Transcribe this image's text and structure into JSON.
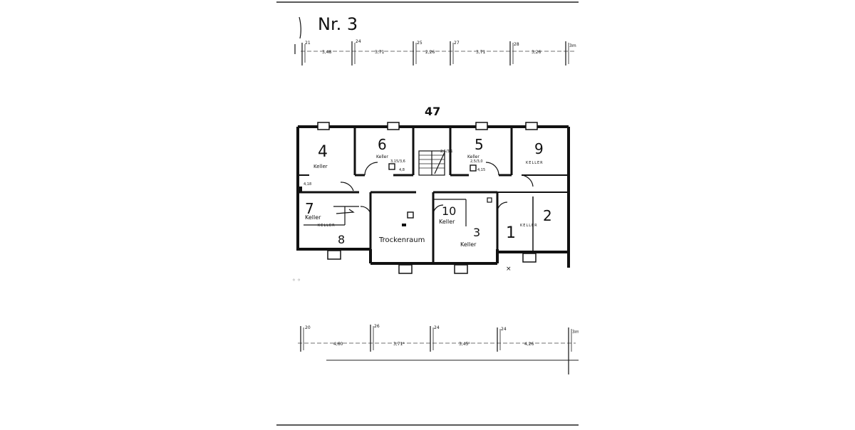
{
  "sheet": {
    "title": "Nr. 3",
    "floor_marker": "47",
    "top_dimensions": [
      "3,48",
      "3,71",
      "2,26",
      "3,71",
      "3,26"
    ],
    "top_axis_marks": [
      "21",
      "24",
      "25",
      "27",
      "28",
      "3m"
    ],
    "bottom_dimensions": [
      "4,60",
      "3,71⁵",
      "3,45⁵",
      "4,26"
    ],
    "bottom_axis_marks": [
      "20",
      "26",
      "24",
      "24",
      "3m"
    ]
  },
  "rooms": [
    {
      "number": "4",
      "label": "Keller"
    },
    {
      "number": "6",
      "label": "Keller"
    },
    {
      "number": "5",
      "label": "Keller"
    },
    {
      "number": "9",
      "label": "KELLER"
    },
    {
      "number": "7",
      "label": "Keller"
    },
    {
      "number": "8",
      "label": "KELLER"
    },
    {
      "number": "",
      "label": "Trockenraum"
    },
    {
      "number": "10",
      "label": "Keller"
    },
    {
      "number": "3",
      "label": "Keller"
    },
    {
      "number": "1",
      "label": ""
    },
    {
      "number": "2",
      "label": "KELLER"
    }
  ],
  "annotations": {
    "a1": "3,15/3,6",
    "a2": "2,5/3,1",
    "a3": "2,5/3,0",
    "a4": "4,8",
    "a5": "4,15",
    "a6": "4,18"
  }
}
